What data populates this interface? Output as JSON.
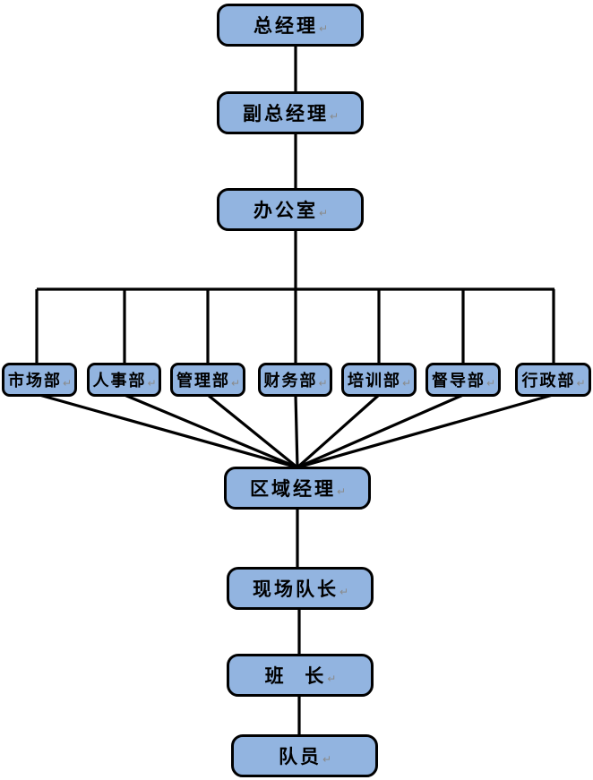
{
  "diagram_type": "org-chart",
  "colors": {
    "node_fill": "#92B4E0",
    "node_border": "#000000",
    "connector": "#000000",
    "formatting_mark": "#8A8A8A",
    "background": "#FFFFFF"
  },
  "formatting_mark": "↵",
  "nodes": {
    "general_manager": {
      "label": "总经理"
    },
    "deputy_general_manager": {
      "label": "副总经理"
    },
    "office": {
      "label": "办公室"
    },
    "marketing_dept": {
      "label": "市场部"
    },
    "hr_dept": {
      "label": "人事部"
    },
    "management_dept": {
      "label": "管理部"
    },
    "finance_dept": {
      "label": "财务部"
    },
    "training_dept": {
      "label": "培训部"
    },
    "supervision_dept": {
      "label": "督导部"
    },
    "admin_dept": {
      "label": "行政部"
    },
    "regional_manager": {
      "label": "区域经理"
    },
    "site_captain": {
      "label": "现场队长"
    },
    "squad_leader": {
      "label": "班  长"
    },
    "team_member": {
      "label": "队员"
    }
  },
  "edges": [
    {
      "from": "general_manager",
      "to": "deputy_general_manager"
    },
    {
      "from": "deputy_general_manager",
      "to": "office"
    },
    {
      "from": "office",
      "to": "marketing_dept"
    },
    {
      "from": "office",
      "to": "hr_dept"
    },
    {
      "from": "office",
      "to": "management_dept"
    },
    {
      "from": "office",
      "to": "finance_dept"
    },
    {
      "from": "office",
      "to": "training_dept"
    },
    {
      "from": "office",
      "to": "supervision_dept"
    },
    {
      "from": "office",
      "to": "admin_dept"
    },
    {
      "from": "marketing_dept",
      "to": "regional_manager"
    },
    {
      "from": "hr_dept",
      "to": "regional_manager"
    },
    {
      "from": "management_dept",
      "to": "regional_manager"
    },
    {
      "from": "finance_dept",
      "to": "regional_manager"
    },
    {
      "from": "training_dept",
      "to": "regional_manager"
    },
    {
      "from": "supervision_dept",
      "to": "regional_manager"
    },
    {
      "from": "admin_dept",
      "to": "regional_manager"
    },
    {
      "from": "regional_manager",
      "to": "site_captain"
    },
    {
      "from": "site_captain",
      "to": "squad_leader"
    },
    {
      "from": "squad_leader",
      "to": "team_member"
    }
  ]
}
